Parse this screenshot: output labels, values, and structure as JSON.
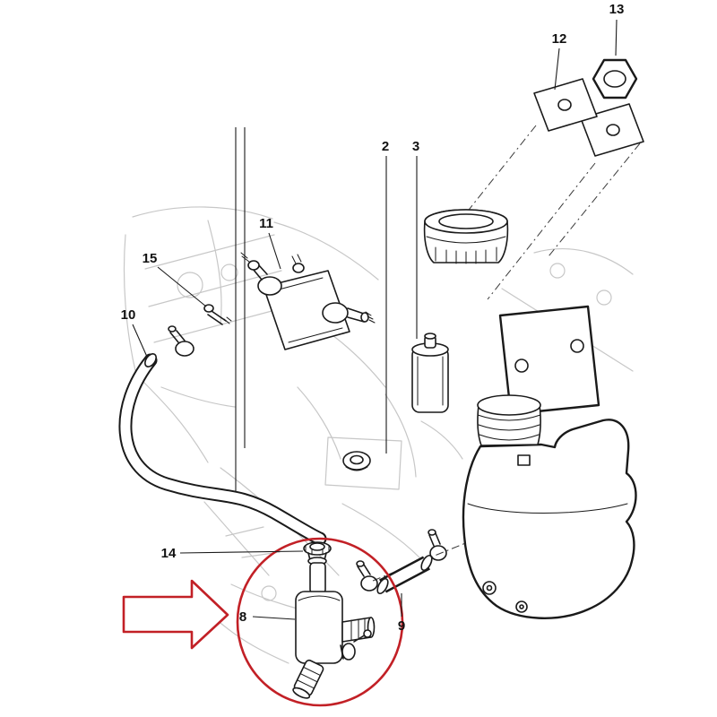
{
  "diagram": {
    "highlight_color": "#c22026",
    "line_color": "#1a1a1a",
    "sketch_color": "#c7c7c7",
    "background": "#ffffff"
  },
  "callouts": [
    {
      "number": "2"
    },
    {
      "number": "3"
    },
    {
      "number": "8"
    },
    {
      "number": "9"
    },
    {
      "number": "10"
    },
    {
      "number": "11"
    },
    {
      "number": "12"
    },
    {
      "number": "13"
    },
    {
      "number": "14"
    },
    {
      "number": "15"
    }
  ]
}
